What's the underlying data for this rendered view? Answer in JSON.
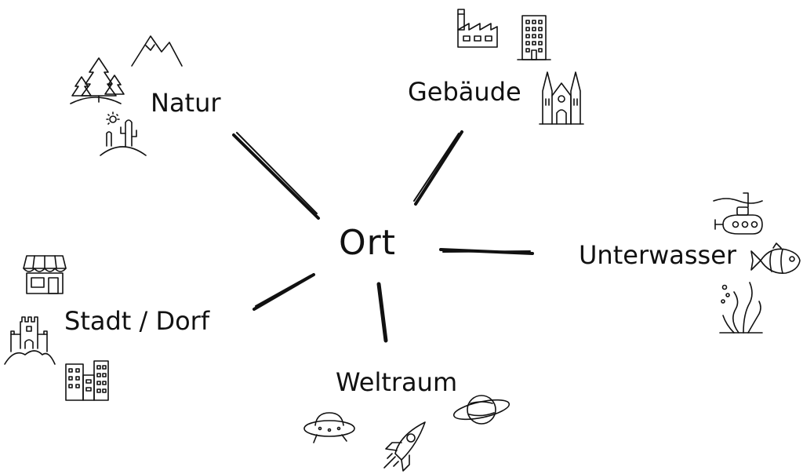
{
  "center": {
    "label": "Ort"
  },
  "branches": [
    {
      "id": "natur",
      "label": "Natur",
      "icons": [
        "pine-trees-icon",
        "mountains-icon",
        "desert-cactus-icon"
      ]
    },
    {
      "id": "gebaeude",
      "label": "Gebäude",
      "icons": [
        "factory-icon",
        "skyscraper-icon",
        "cathedral-icon"
      ]
    },
    {
      "id": "unterwasser",
      "label": "Unterwasser",
      "icons": [
        "submarine-icon",
        "clownfish-icon",
        "seaweed-icon"
      ]
    },
    {
      "id": "weltraum",
      "label": "Weltraum",
      "icons": [
        "ufo-icon",
        "rocket-icon",
        "planet-icon"
      ]
    },
    {
      "id": "stadt-dorf",
      "label": "Stadt / Dorf",
      "icons": [
        "shop-icon",
        "castle-icon",
        "city-buildings-icon"
      ]
    }
  ],
  "colors": {
    "ink": "#111111",
    "background": "#ffffff"
  }
}
